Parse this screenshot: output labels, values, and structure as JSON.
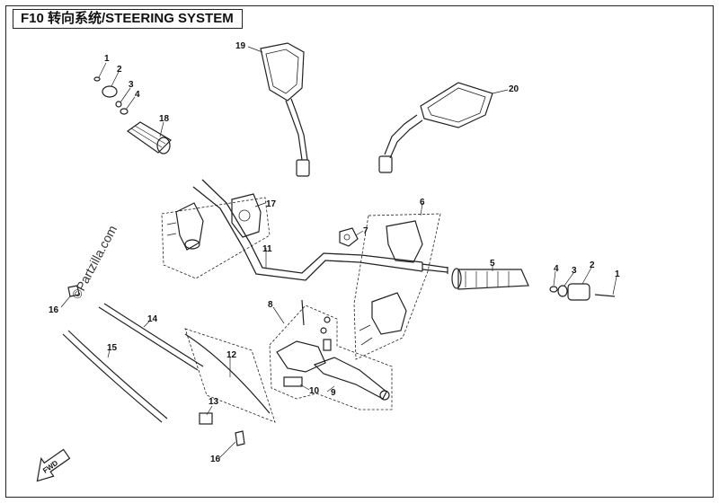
{
  "title": "F10 转向系统/STEERING SYSTEM",
  "watermark": "©Partzilla.com",
  "fwd_label": "FWD",
  "callouts": {
    "c1a": "1",
    "c2a": "2",
    "c3a": "3",
    "c4a": "4",
    "c18": "18",
    "c19": "19",
    "c20": "20",
    "c17": "17",
    "c11": "11",
    "c7": "7",
    "c6": "6",
    "c5": "5",
    "c4b": "4",
    "c3b": "3",
    "c2b": "2",
    "c1b": "1",
    "c16a": "16",
    "c14": "14",
    "c15": "15",
    "c8": "8",
    "c12": "12",
    "c10": "10",
    "c9": "9",
    "c13": "13",
    "c16b": "16"
  },
  "colors": {
    "line": "#222222",
    "background": "#ffffff"
  }
}
